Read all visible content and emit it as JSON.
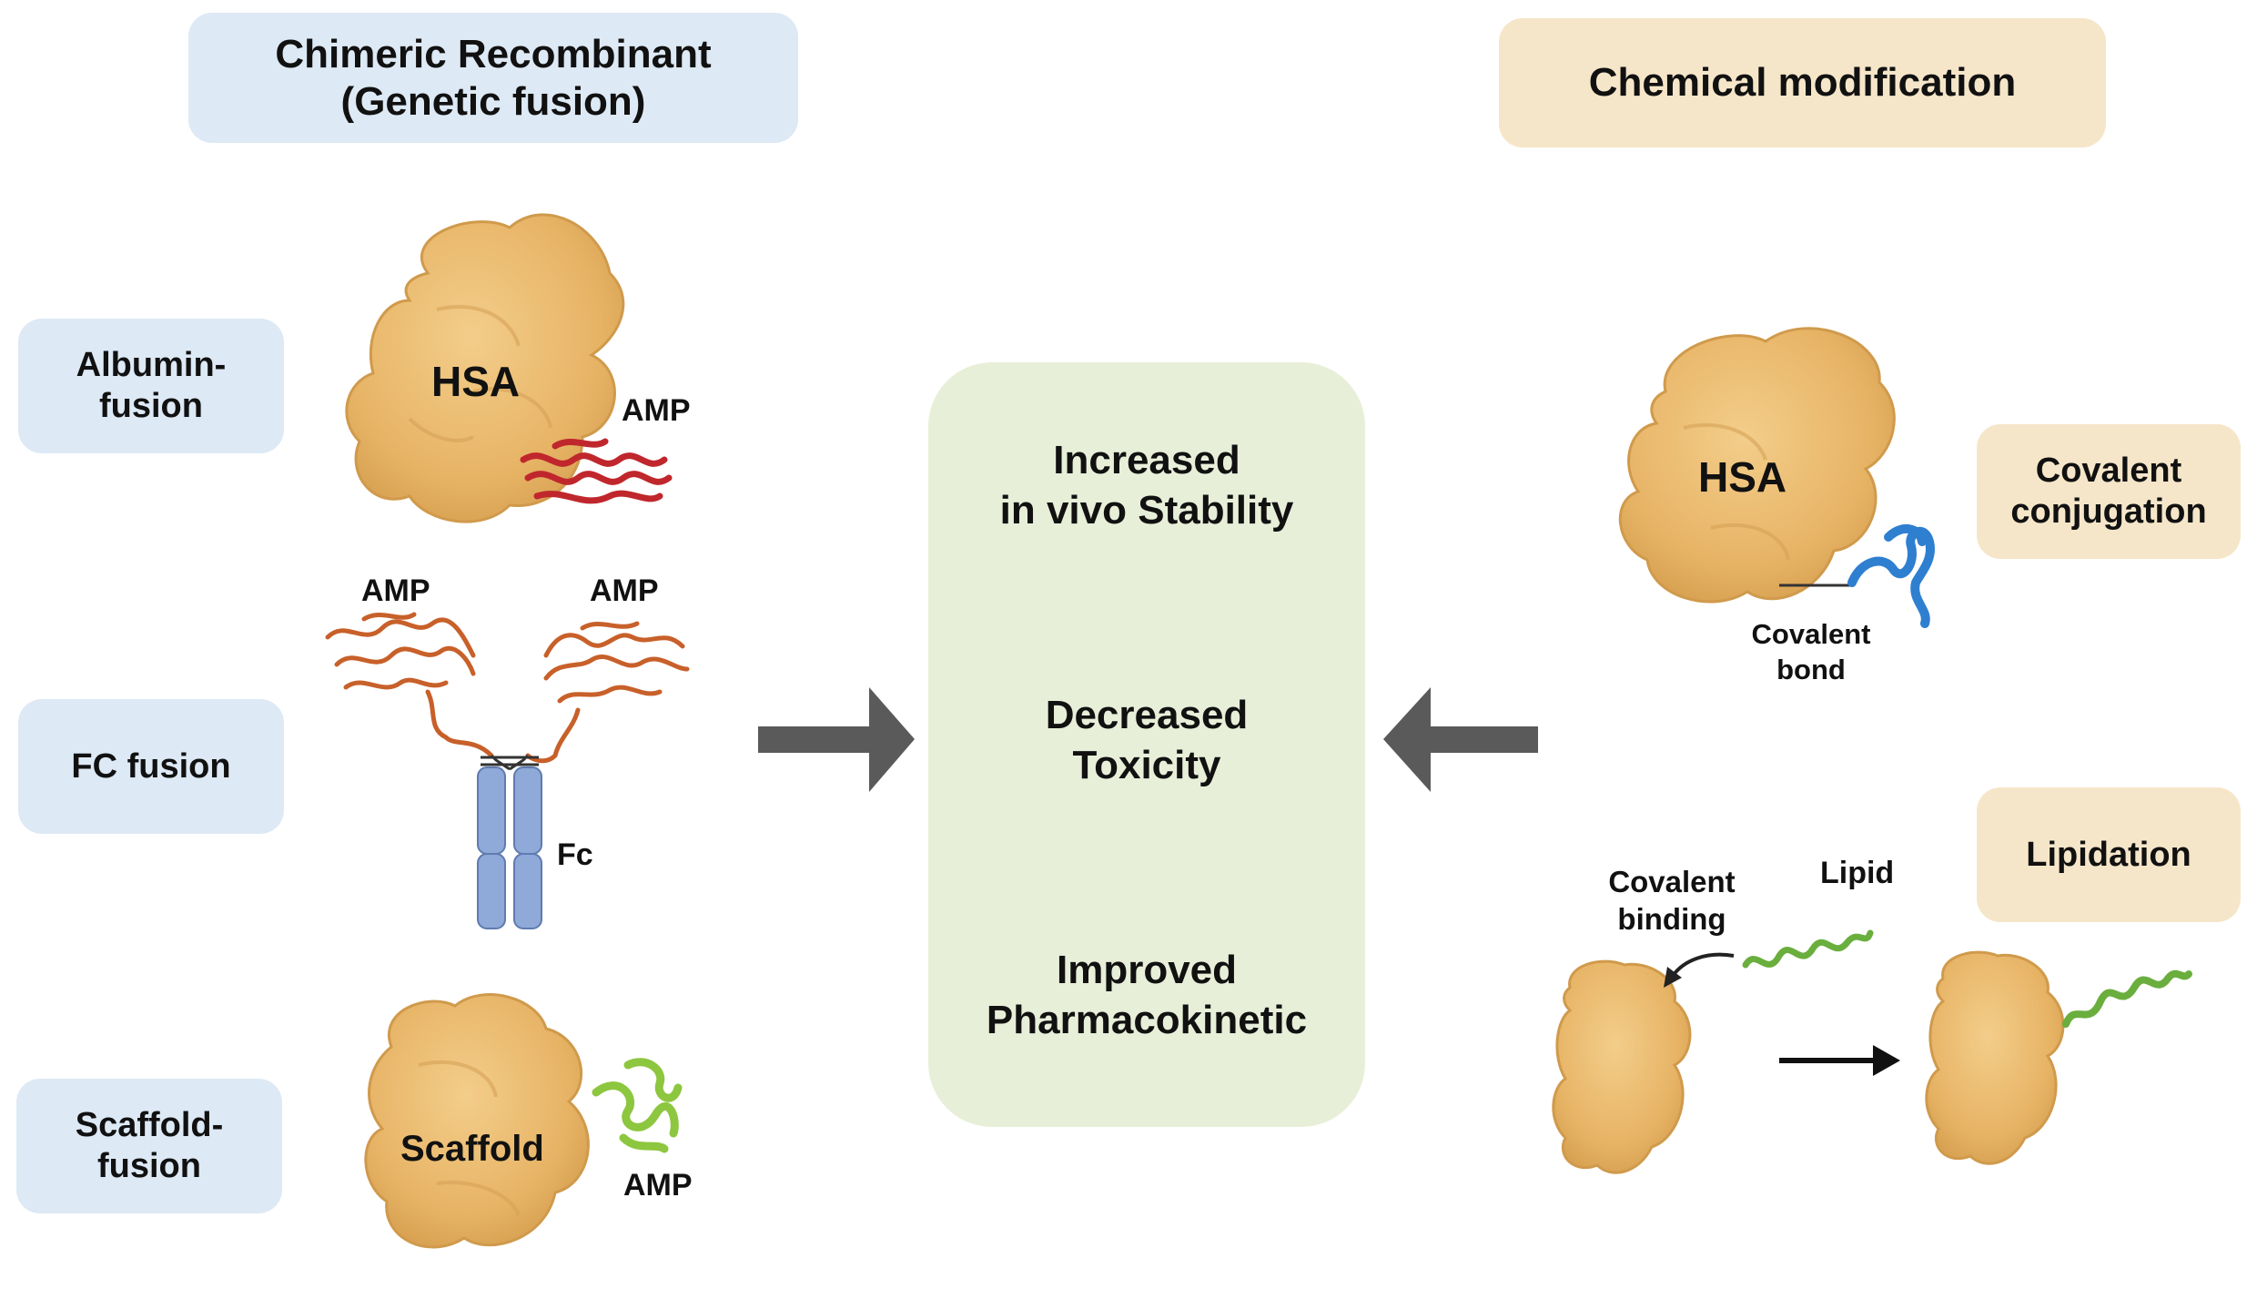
{
  "headers": {
    "left_line1": "Chimeric Recombinant",
    "left_line2": "(Genetic fusion)",
    "right": "Chemical modification"
  },
  "left_categories": {
    "albumin_line1": "Albumin-",
    "albumin_line2": "fusion",
    "fc": "FC fusion",
    "scaffold_line1": "Scaffold-",
    "scaffold_line2": "fusion"
  },
  "left_labels": {
    "hsa": "HSA",
    "amp_albumin": "AMP",
    "amp_fc_left": "AMP",
    "amp_fc_right": "AMP",
    "fc": "Fc",
    "scaffold": "Scaffold",
    "amp_scaffold": "AMP"
  },
  "center": {
    "benefit1_line1": "Increased",
    "benefit1_line2": "in vivo Stability",
    "benefit2_line1": "Decreased",
    "benefit2_line2": "Toxicity",
    "benefit3_line1": "Improved",
    "benefit3_line2": "Pharmacokinetic"
  },
  "right_categories": {
    "covalent_line1": "Covalent",
    "covalent_line2": "conjugation",
    "lipidation": "Lipidation"
  },
  "right_labels": {
    "hsa": "HSA",
    "covalent_bond_line1": "Covalent",
    "covalent_bond_line2": "bond",
    "covalent_binding_line1": "Covalent",
    "covalent_binding_line2": "binding",
    "lipid": "Lipid"
  },
  "colors": {
    "protein": "#e9b86a",
    "protein_edge": "#cf9a4a",
    "amp_red": "#c0272d",
    "amp_orange": "#c8602a",
    "amp_green": "#8dc63f",
    "helix_blue": "#2f7fd0",
    "fc_blue": "#8fa9d8",
    "arrow_gray": "#5a5a5a",
    "lipid_green": "#6aae3e"
  }
}
